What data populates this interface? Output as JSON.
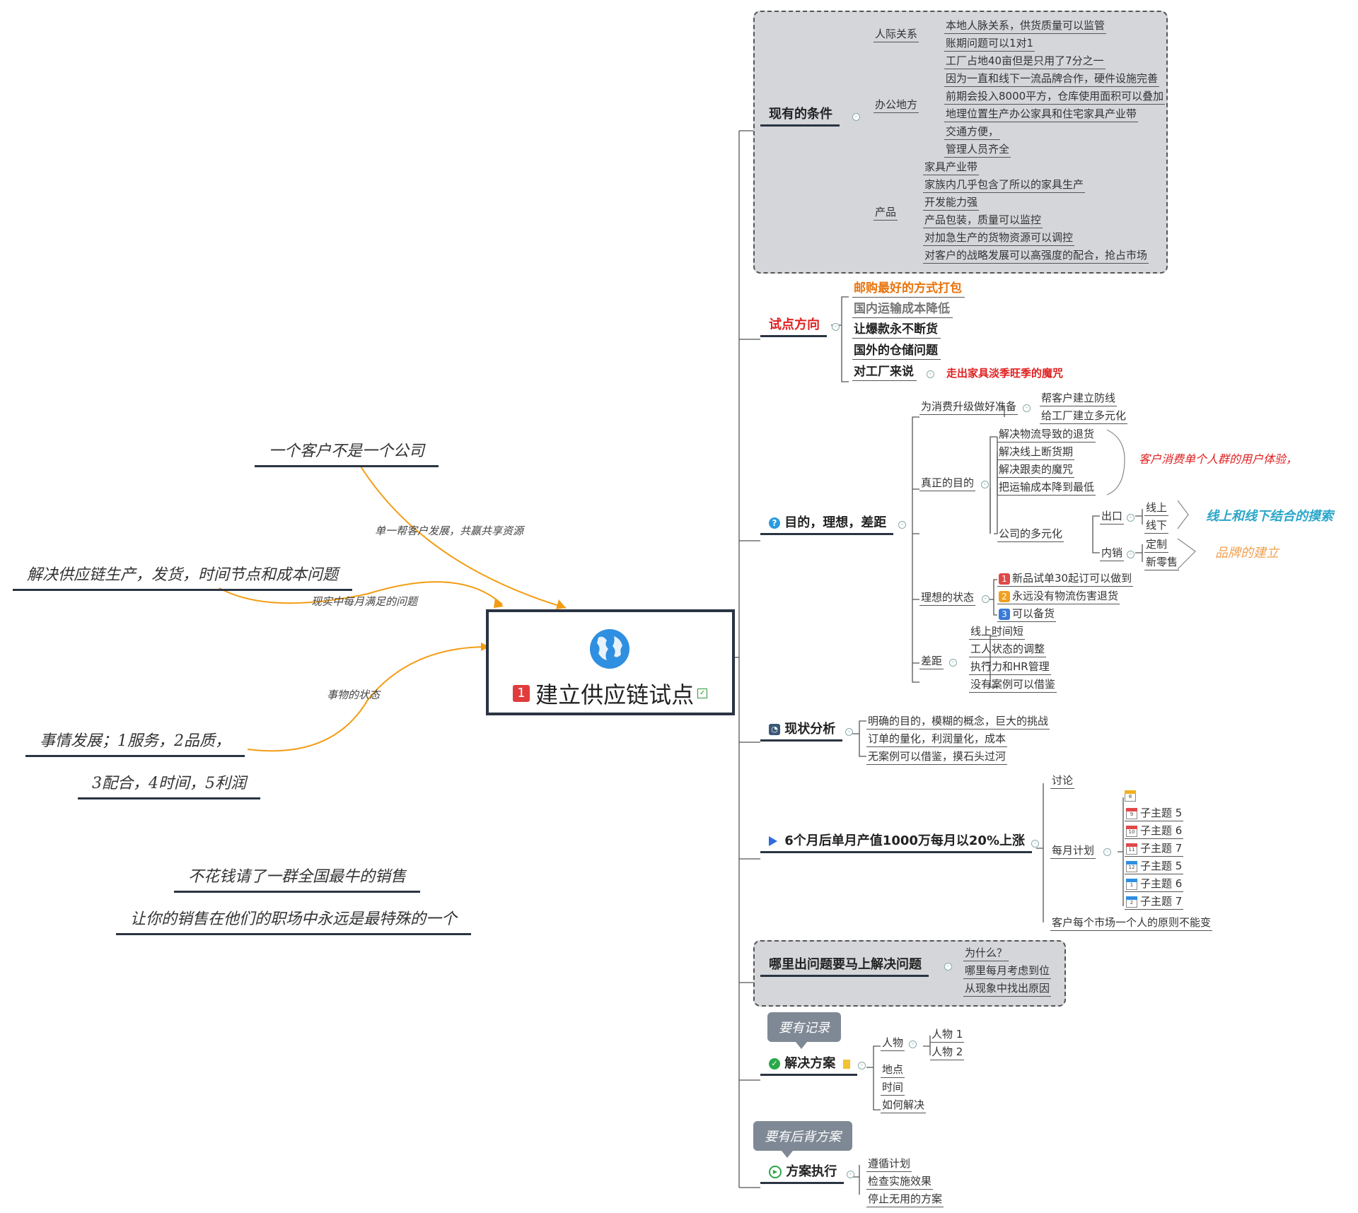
{
  "center": {
    "label": "建立供应链试点",
    "badge": "1"
  },
  "left_notes": {
    "n1": "一个客户不是一个公司",
    "n2": "解决供应链生产，发货，时间节点和成本问题",
    "n3a": "事情发展；1服务，2品质，",
    "n3b": "3配合，4时间，5利润",
    "n4": "不花钱请了一群全国最牛的销售",
    "n5": "让你的销售在他们的职场中永远是最特殊的一个"
  },
  "relations": {
    "r1": "单一帮客户发展，共赢共享资源",
    "r2": "现实中每月满足的问题",
    "r3": "事物的状态"
  },
  "b1": {
    "title": "现有的条件",
    "g1": {
      "label": "人际关系",
      "items": [
        "本地人脉关系，供货质量可以监管",
        "账期问题可以1对1"
      ]
    },
    "g2": {
      "label": "办公地方",
      "items": [
        "工厂占地40亩但是只用了7分之一",
        "因为一直和线下一流品牌合作，硬件设施完善",
        "前期会投入8000平方，仓库使用面积可以叠加",
        "地理位置生产办公家具和住宅家具产业带",
        "交通方便，",
        "管理人员齐全"
      ]
    },
    "g3": {
      "label": "产品",
      "items": [
        "家具产业带",
        "家族内几乎包含了所以的家具生产",
        "开发能力强",
        "产品包装，质量可以监控",
        "对加急生产的货物资源可以调控",
        "对客户的战略发展可以高强度的配合，抢占市场"
      ]
    }
  },
  "b2": {
    "title": "试点方向",
    "items": [
      "邮购最好的方式打包",
      "国内运输成本降低",
      "让爆款永不断货",
      "国外的仓储问题",
      "对工厂来说"
    ],
    "sub": "走出家具淡季旺季的魔咒"
  },
  "b3": {
    "title": "目的，理想，差距",
    "g1": {
      "label": "为消费升级做好准备",
      "items": [
        "帮客户建立防线",
        "给工厂建立多元化"
      ]
    },
    "g2": {
      "label": "真正的目的",
      "items": [
        "解决物流导致的退货",
        "解决线上断货期",
        "解决跟卖的魔咒",
        "把运输成本降到最低"
      ],
      "summary": "客户消费单个人群的用户体验，"
    },
    "g3": {
      "label": "公司的多元化",
      "out": "出口",
      "out_items": [
        "线上",
        "线下"
      ],
      "out_summary": "线上和线下结合的摸索",
      "inner": "内销",
      "inner_items": [
        "定制",
        "新零售"
      ],
      "inner_summary": "品牌的建立"
    },
    "g4": {
      "label": "理想的状态",
      "items": [
        "新品试单30起订可以做到",
        "永远没有物流伤害退货",
        "可以备货"
      ],
      "badges": [
        "1",
        "2",
        "3"
      ]
    },
    "g5": {
      "label": "差距",
      "items": [
        "线上时间短",
        "工人状态的调整",
        "执行力和HR管理",
        "没有案例可以借鉴"
      ]
    }
  },
  "b4": {
    "title": "现状分析",
    "items": [
      "明确的目的，模糊的概念，巨大的挑战",
      "订单的量化，利润量化，成本",
      "无案例可以借鉴，摸石头过河"
    ]
  },
  "b5": {
    "title": "6个月后单月产值1000万每月以20%上涨",
    "discuss": "讨论",
    "plan": "每月计划",
    "cal_top": "8",
    "subs": [
      {
        "num": "9",
        "label": "子主题 5"
      },
      {
        "num": "10",
        "label": "子主题 6"
      },
      {
        "num": "11",
        "label": "子主题 7"
      },
      {
        "num": "12",
        "label": "子主题 5"
      },
      {
        "num": "1",
        "label": "子主题 6"
      },
      {
        "num": "2",
        "label": "子主题 7"
      }
    ],
    "rule": "客户每个市场一个人的原则不能变"
  },
  "b6": {
    "title": "哪里出问题要马上解决问题",
    "items": [
      "为什么？",
      "哪里每月考虑到位",
      "从现象中找出原因"
    ]
  },
  "b7": {
    "title": "解决方案",
    "callout": "要有记录",
    "person": "人物",
    "persons": [
      "人物 1",
      "人物 2"
    ],
    "items": [
      "地点",
      "时间",
      "如何解决"
    ]
  },
  "b8": {
    "title": "方案执行",
    "callout": "要有后背方案",
    "items": [
      "遵循计划",
      "检查实施效果",
      "停止无用的方案"
    ]
  },
  "colors": {
    "line": "#555555",
    "relation": "#f39c12",
    "dash_bg": "#d4d6da",
    "red": "#e02020",
    "orange": "#e8740c",
    "teal": "#2aa6c9",
    "amber": "#f0a050"
  }
}
